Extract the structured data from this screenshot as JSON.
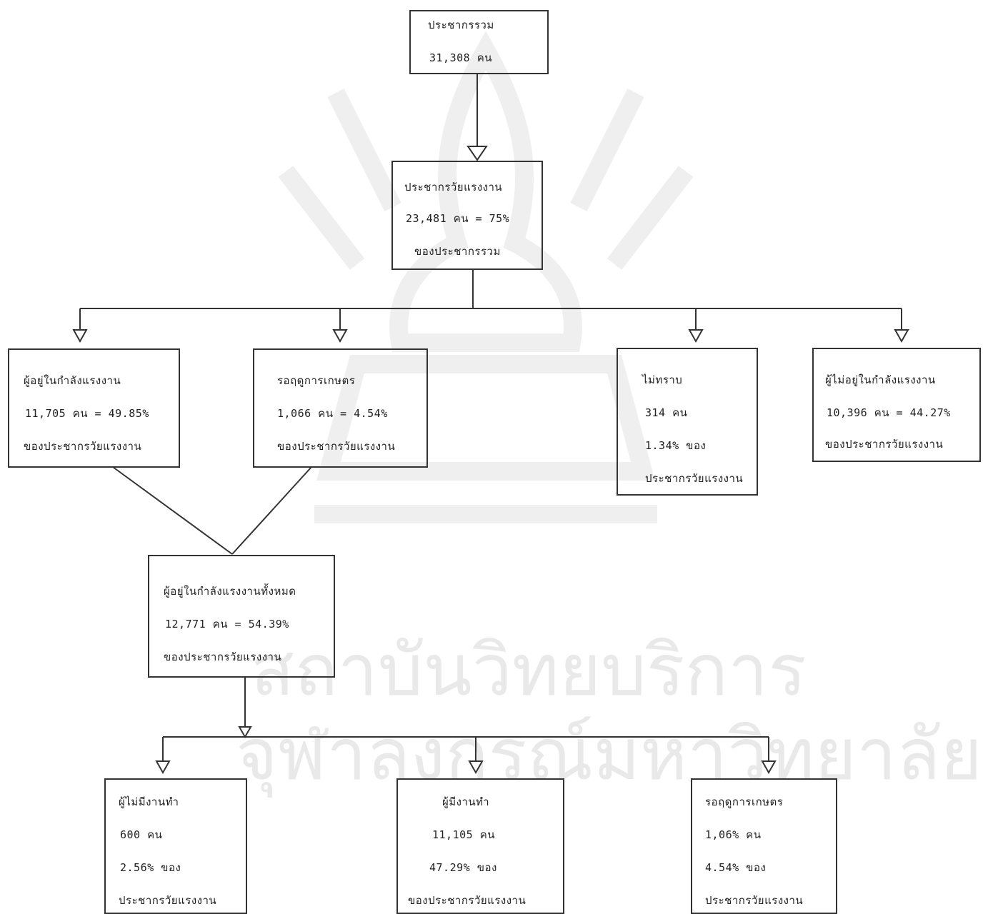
{
  "watermark": {
    "line1": "สถาบันวิทยบริการ",
    "line2": "จุฬาลงกรณ์มหาวิทยาลัย"
  },
  "total_population": {
    "label": "ประชากรรวม",
    "count": "31,308 คน"
  },
  "working_age": {
    "label": "ประชากรวัยแรงงาน",
    "count": "23,481 คน = 75%",
    "note": "ของประชากรรวม"
  },
  "labor_force": {
    "label": "ผู้อยู่ในกำลังแรงงาน",
    "count": "11,705 คน = 49.85%",
    "note": "ของประชากรวัยแรงงาน"
  },
  "seasonal_waiting": {
    "label": "รอฤดูการเกษตร",
    "count": "1,066 คน = 4.54%",
    "note": "ของประชากรวัยแรงงาน"
  },
  "unknown": {
    "label": "ไม่ทราบ",
    "count": "314 คน",
    "pct": "1.34% ของ",
    "note": "ประชากรวัยแรงงาน"
  },
  "not_in_labor_force": {
    "label": "ผู้ไม่อยู่ในกำลังแรงงาน",
    "count": "10,396 คน = 44.27%",
    "note": "ของประชากรวัยแรงงาน"
  },
  "total_labor_force": {
    "label": "ผู้อยู่ในกำลังแรงงานทั้งหมด",
    "count": "12,771 คน =  54.39%",
    "note": "ของประชากรวัยแรงงาน"
  },
  "unemployed": {
    "label": "ผู้ไม่มีงานทำ",
    "count": "600 คน",
    "pct": "2.56% ของ",
    "note": "ประชากรวัยแรงงาน"
  },
  "employed": {
    "label": "ผู้มีงานทำ",
    "count": "11,105 คน",
    "pct": "47.29% ของ",
    "note": "ของประชากรวัยแรงงาน"
  },
  "seasonal_waiting_2": {
    "label": "รอฤดูการเกษตร",
    "count": "1,06% คน",
    "pct": "4.54% ของ",
    "note": "ประชากรวัยแรงงาน"
  }
}
